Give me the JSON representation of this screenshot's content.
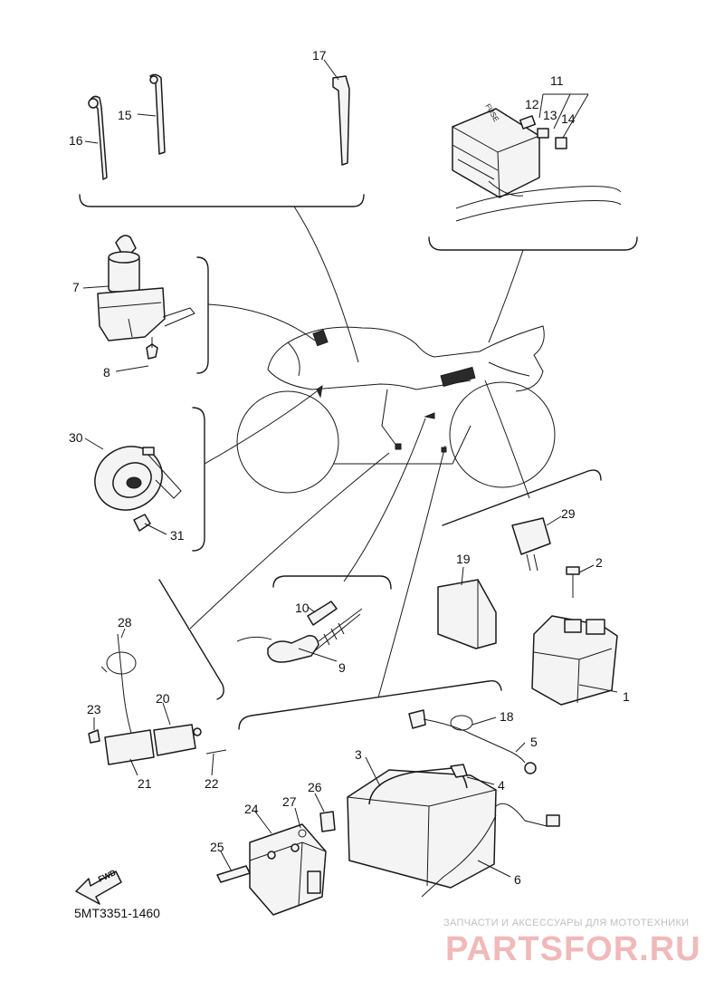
{
  "diagram_code": "5MT3351-1460",
  "fwd_label": "FWD",
  "fuse_label": "FUSE",
  "watermark": {
    "tagline": "ЗАПЧАСТИ И АКСЕССУАРЫ ДЛЯ МОТОТЕХНИКИ",
    "site": "PARTSFOR.RU"
  },
  "callouts": [
    "1",
    "2",
    "3",
    "4",
    "5",
    "6",
    "7",
    "8",
    "9",
    "10",
    "11",
    "12",
    "13",
    "14",
    "15",
    "16",
    "17",
    "18",
    "19",
    "20",
    "21",
    "22",
    "23",
    "24",
    "25",
    "26",
    "27",
    "28",
    "29",
    "30",
    "31"
  ]
}
